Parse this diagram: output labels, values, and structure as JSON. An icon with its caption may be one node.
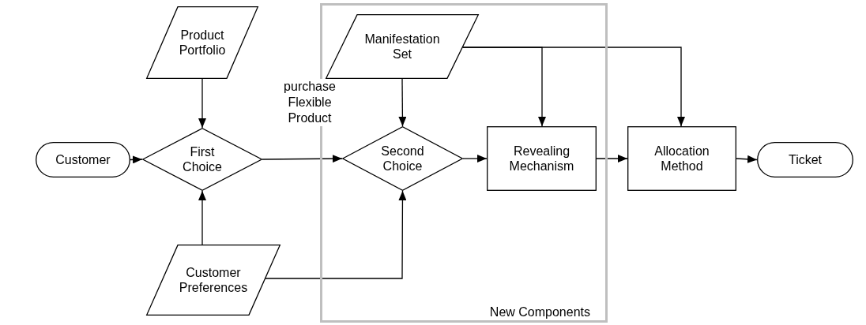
{
  "diagram": {
    "nodes": [
      {
        "text": [
          "Customer"
        ]
      },
      {
        "text": [
          "Product Portfolio"
        ]
      },
      {
        "text": [
          "First Choice"
        ]
      },
      {
        "text": [
          "Customer Preferences"
        ]
      },
      {
        "text": [
          "New Components"
        ]
      },
      {
        "text": [
          "Manifestation Set"
        ],
        "in": 4
      },
      {
        "text": [
          "Second Choice"
        ],
        "in": 4
      },
      {
        "text": [
          "Revealing Mechanism"
        ],
        "in": 4
      },
      {
        "text": [
          "Allocation Method"
        ]
      },
      {
        "text": [
          "Ticket"
        ]
      }
    ],
    "edges": [
      {
        "from": 0,
        "to": 2,
        "arrow": "to"
      },
      {
        "from": 1,
        "to": 2,
        "arrow": "to"
      },
      {
        "from": 3,
        "to": 2,
        "arrow": "to"
      },
      {
        "from": 2,
        "to": 6,
        "arrow": "to",
        "label": "purchase Flexible Product"
      },
      {
        "from": 3,
        "to": 6,
        "arrow": "to"
      },
      {
        "from": 5,
        "to": 6,
        "arrow": "to"
      },
      {
        "from": 5,
        "to": 7,
        "arrow": "to"
      },
      {
        "from": 5,
        "to": 8,
        "arrow": "to"
      },
      {
        "from": 6,
        "to": 7,
        "arrow": "to"
      },
      {
        "from": 7,
        "to": 8,
        "arrow": "to"
      },
      {
        "from": 8,
        "to": 9,
        "arrow": "to"
      }
    ]
  }
}
